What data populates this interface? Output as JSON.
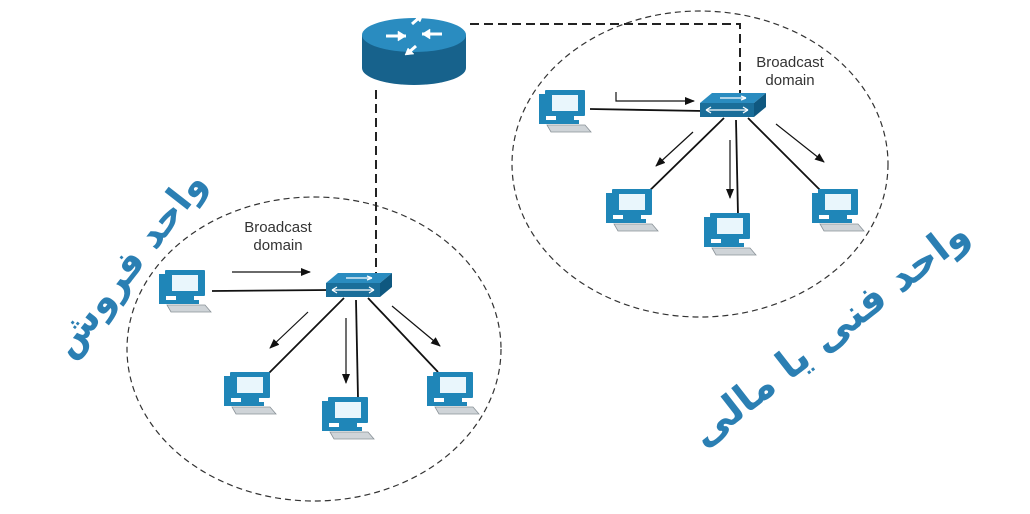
{
  "domains": [
    {
      "label_line1": "Broadcast",
      "label_line2": "domain",
      "side": "right",
      "pc_count": 4
    },
    {
      "label_line1": "Broadcast",
      "label_line2": "domain",
      "side": "left",
      "pc_count": 4
    }
  ],
  "titles": {
    "left": "واحد فروش",
    "right": "واحد فنی یا مالی"
  },
  "colors": {
    "router": "#1a6e9a",
    "switch": "#1a6e9a",
    "pc": "#1f86b8",
    "title": "#2b7fb3",
    "lines": "#111111",
    "dashed": "#333333"
  },
  "icons": [
    "router-icon",
    "switch-icon",
    "computer-icon",
    "arrow-icon"
  ]
}
